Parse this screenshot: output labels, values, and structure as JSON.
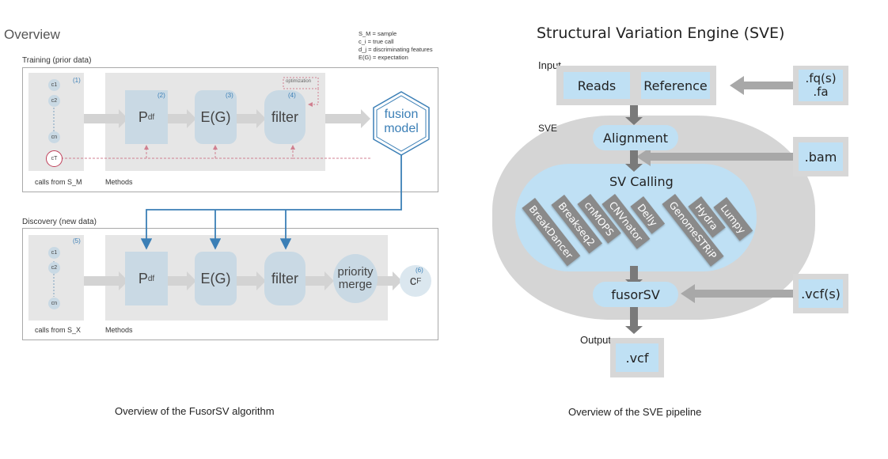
{
  "left": {
    "title": "Overview",
    "legend": [
      "S_M = sample",
      "c_i = true call",
      "d_j = discriminating features",
      "E(G) = expectation"
    ],
    "training": {
      "title": "Training (prior data)",
      "calls_label": "calls from S_M",
      "methods_label": "Methods",
      "inputs": [
        "c1",
        "c2",
        "cn",
        "cT"
      ],
      "pdf": "P",
      "pdf_sub": "df",
      "eg": "E(G)",
      "filter": "filter",
      "optimization": "optimization",
      "nums": [
        "(1)",
        "(2)",
        "(3)",
        "(4)"
      ],
      "fusion_model": [
        "fusion",
        "model"
      ]
    },
    "discovery": {
      "title": "Discovery (new data)",
      "calls_label": "calls from S_X",
      "methods_label": "Methods",
      "inputs": [
        "c1",
        "c2",
        "cn"
      ],
      "pdf": "P",
      "pdf_sub": "df",
      "eg": "E(G)",
      "filter": "filter",
      "priority": [
        "priority",
        "merge"
      ],
      "cf": "c",
      "cf_sub": "F",
      "nums": [
        "(5)",
        "(6)"
      ]
    },
    "caption": "Overview of the FusorSV algorithm"
  },
  "right": {
    "title": "Structural Variation Engine (SVE)",
    "input_label": "Input",
    "reads": "Reads",
    "reference": "Reference",
    "fq": [
      ".fq(s)",
      ".fa"
    ],
    "sve_label": "SVE",
    "alignment": "Alignment",
    "bam": ".bam",
    "sv_calling": "SV Calling",
    "tools": [
      "BreakDancer",
      "Breakseq2",
      "cnMOPS",
      "CNVnator",
      "Delly",
      "GenomeSTRiP",
      "Hydra",
      "Lumpy"
    ],
    "fusorsv": "fusorSV",
    "vcfs": ".vcf(s)",
    "output_label": "Output",
    "vcf": ".vcf",
    "caption": "Overview of the SVE pipeline"
  },
  "colors": {
    "accent_blue": "#3b7fb6",
    "node_blue": "#c9d9e4",
    "sve_blue": "#bfe0f4",
    "tool_gray": "#8a8a8a",
    "calls_red": "#c0405a"
  }
}
